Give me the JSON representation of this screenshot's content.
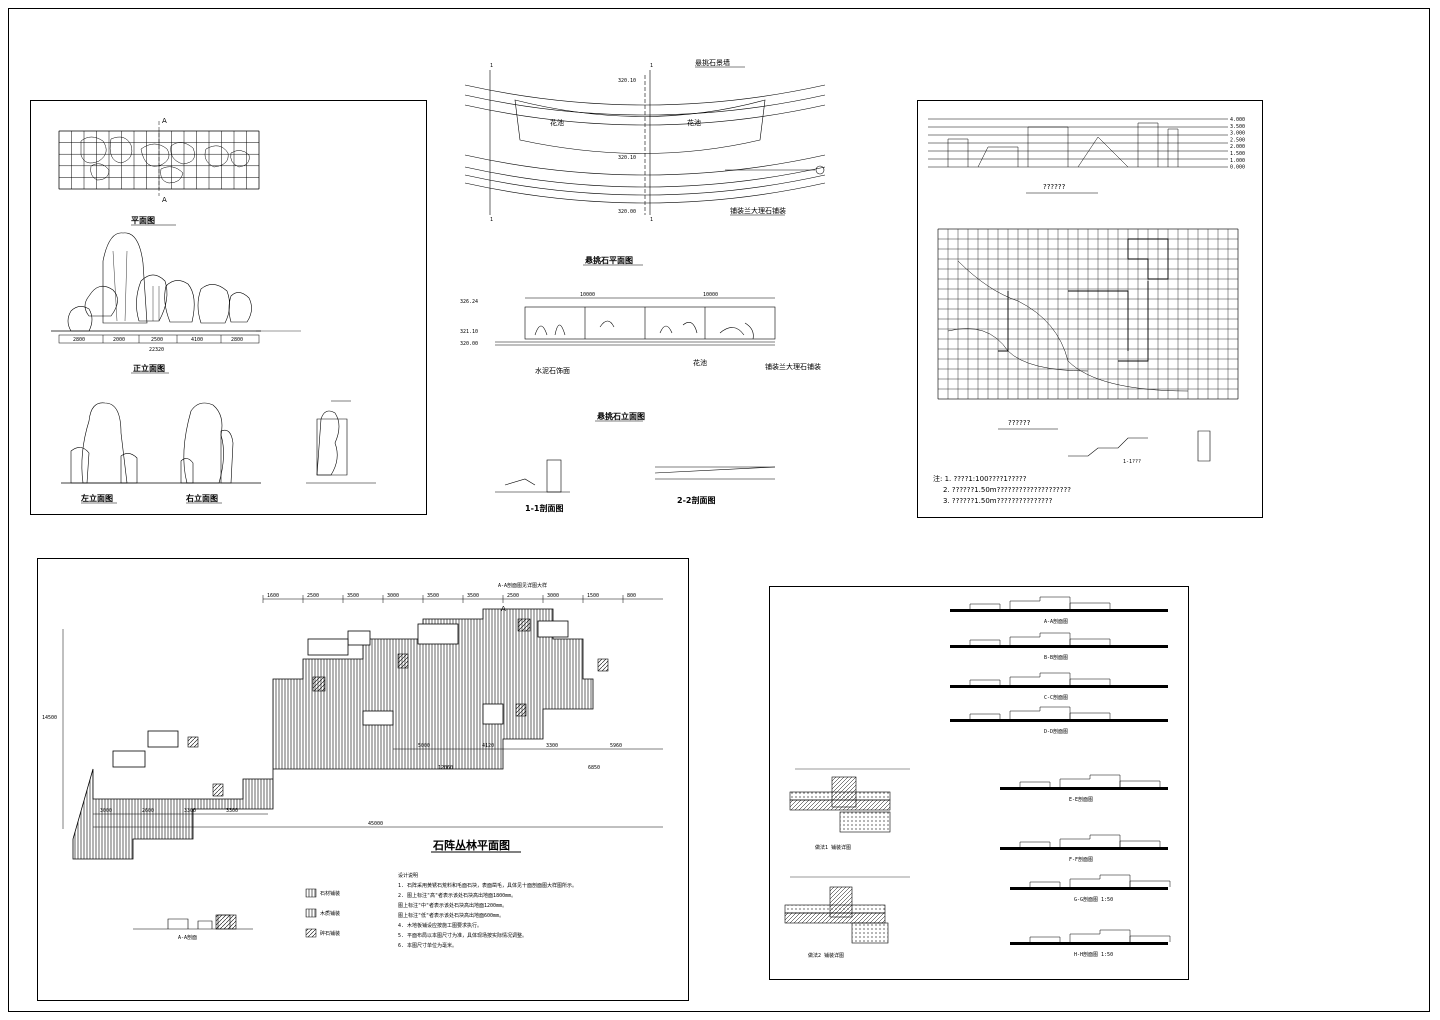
{
  "panel_rockery": {
    "section_marker": "A",
    "plan_title": "平面图",
    "front_title": "正立面图",
    "left_title": "左立面图",
    "right_title": "右立面图",
    "dims": [
      "2800",
      "2000",
      "2500",
      "4100",
      "2800"
    ],
    "dim_total": "22320"
  },
  "panel_arc_wall": {
    "plan_title": "悬挑石平面图",
    "elev_title": "悬挑石立面图",
    "section1_title": "1-1剖面图",
    "section2_title": "2-2剖面图",
    "label_flower": "花池",
    "label_flower2": "花池",
    "elev_dim_a": "10000",
    "elev_dim_b": "10000",
    "level_a": "320.10",
    "level_b": "320.00",
    "level_c": "326.24",
    "level_d": "321.10",
    "level_e": "320.00",
    "callout_top": "悬挑石景墙",
    "callout_bottom": "铺装兰大理石铺装",
    "note_left": "水泥石饰面",
    "note_mid": "花池",
    "note_right": "铺装兰大理石铺装",
    "section_marker": "1"
  },
  "panel_site": {
    "elev_title": "??????",
    "plan_title": "??????",
    "section_title": "1-1???",
    "notes": [
      "注: 1. ????1:100????1?????",
      "2. ??????1.50m????????????????????",
      "3. ??????1.50m???????????????"
    ],
    "levels": [
      "4.000",
      "3.500",
      "3.000",
      "2.500",
      "2.000",
      "1.500",
      "1.000",
      "0.000"
    ]
  },
  "panel_stone_forest": {
    "title": "石阵丛林平面图",
    "top_dims": [
      "1600",
      "2500",
      "3500",
      "3000",
      "3500",
      "3500",
      "2500",
      "3000",
      "1500",
      "800"
    ],
    "bottom_dims": [
      "3000",
      "2600",
      "3300",
      "3300"
    ],
    "total_dim": "45000",
    "lower_dims": [
      "5000",
      "4120",
      "3300",
      "5960"
    ],
    "lower_dims2": [
      "12060",
      "6850"
    ],
    "left_dim": "14500",
    "section_marker": "A",
    "callout": "A-A剖面图见详图大样",
    "legend": [
      "石材铺装",
      "木质铺装",
      "碎石铺装"
    ],
    "design_title": "设计说明",
    "design_notes": [
      "1. 石阵采用黄锈石荒料和毛面石块，表面凿毛，具体见十面剖面图大样图所示。",
      "2. 图上标注\"高\"者表示该处石块高出地面1800mm。",
      "   图上标注\"中\"者表示该处石块高出地面1200mm。",
      "   图上标注\"低\"者表示该处石块高出地面600mm。",
      "4. 木地板铺设应按施工图要求执行。",
      "5. 平面布局以本图尺寸为准，具体现场按实际情况调整。",
      "6. 本图尺寸单位为毫米。"
    ],
    "section_small_title": "A-A剖面"
  },
  "panel_sections": {
    "titles": [
      "A-A剖面图",
      "B-B剖面图",
      "C-C剖面图",
      "D-D剖面图",
      "E-E剖面图",
      "F-F剖面图",
      "G-G剖面图 1:50",
      "H-H剖面图 1:50"
    ],
    "detail1": "做法1 铺装详图",
    "detail2": "做法2 铺装详图"
  }
}
